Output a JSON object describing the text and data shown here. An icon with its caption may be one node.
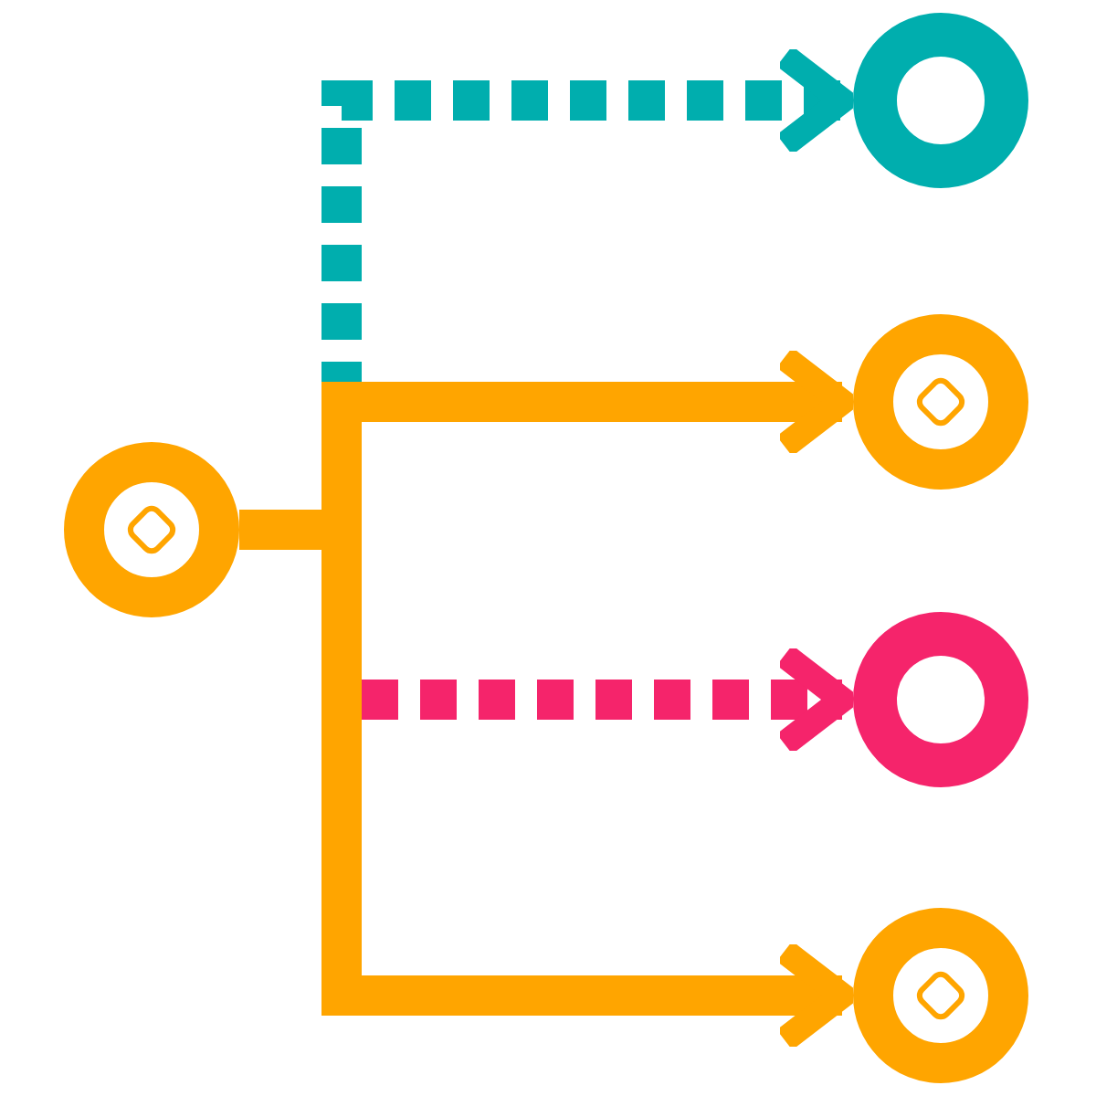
{
  "diagram": {
    "nodes": [
      {
        "text": [],
        "shape": "circle"
      },
      {
        "text": [],
        "shape": "circle"
      },
      {
        "text": [],
        "shape": "circle"
      },
      {
        "text": [],
        "shape": "circle"
      },
      {
        "text": [],
        "shape": "circle"
      }
    ],
    "edges": [
      {
        "from": 0,
        "to": 1,
        "arrow": "to",
        "style": "dashed",
        "color": "#00aeae"
      },
      {
        "from": 0,
        "to": 3,
        "arrow": "to",
        "style": "dashed",
        "color": "#f5246b"
      },
      {
        "from": 0,
        "to": 2,
        "arrow": "to"
      },
      {
        "from": 0,
        "to": 4,
        "arrow": "to"
      }
    ]
  }
}
